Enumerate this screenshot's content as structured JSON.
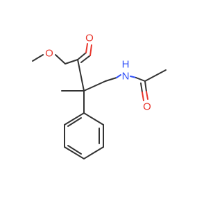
{
  "molecule": {
    "atoms": {
      "ester_carbonyl_O": {
        "symbol": "O",
        "color": "#e8352b"
      },
      "ester_ether_O": {
        "symbol": "O",
        "color": "#e8352b"
      },
      "amide_N": {
        "symbol": "N",
        "color": "#3050f8"
      },
      "amide_H": {
        "symbol": "H",
        "color": "#3050f8"
      },
      "amide_O": {
        "symbol": "O",
        "color": "#e8352b"
      }
    },
    "colors": {
      "carbon_bond": "#333333",
      "oxygen": "#e8352b",
      "nitrogen": "#3050f8"
    }
  }
}
